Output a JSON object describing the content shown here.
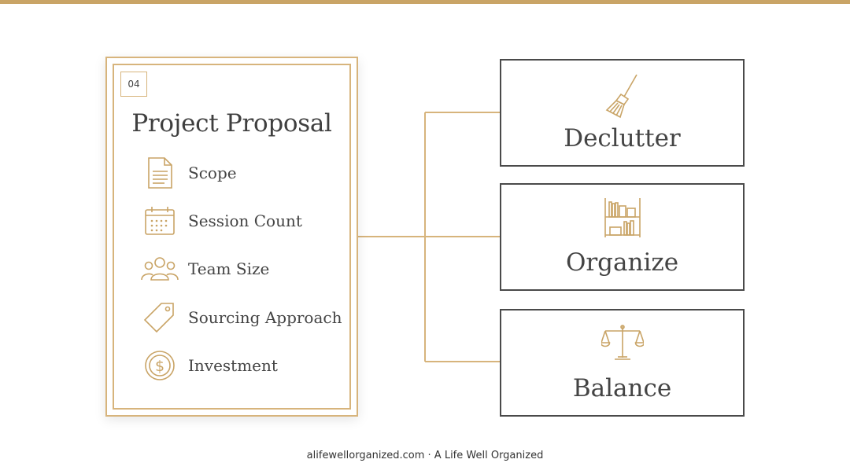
{
  "badge": "04",
  "card": {
    "title": "Project Proposal",
    "items": [
      {
        "label": "Scope",
        "icon": "document-icon"
      },
      {
        "label": "Session Count",
        "icon": "calendar-icon"
      },
      {
        "label": "Team Size",
        "icon": "team-icon"
      },
      {
        "label": "Sourcing Approach",
        "icon": "price-tag-icon"
      },
      {
        "label": "Investment",
        "icon": "dollar-coin-icon"
      }
    ]
  },
  "boxes": [
    {
      "label": "Declutter",
      "icon": "broom-icon"
    },
    {
      "label": "Organize",
      "icon": "bookshelf-icon"
    },
    {
      "label": "Balance",
      "icon": "scale-icon"
    }
  ],
  "footer": "alifewellorganized.com · A Life Well Organized",
  "colors": {
    "accent": "#c9a466",
    "card_border": "#d7b47c",
    "box_border": "#4a4a4a",
    "text": "#444444"
  }
}
